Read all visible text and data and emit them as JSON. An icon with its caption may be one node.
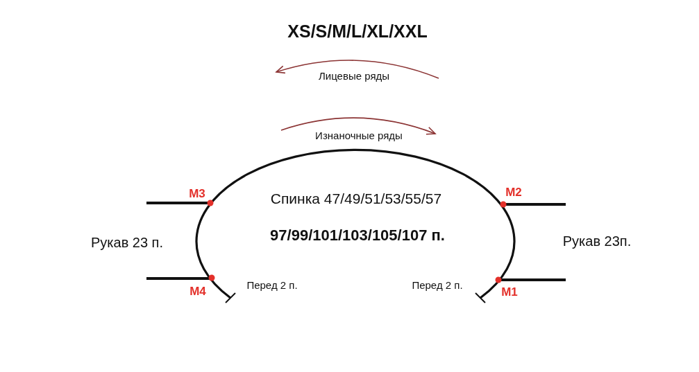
{
  "diagram": {
    "title": "XS/S/M/L/XL/XXL",
    "labels": [
      "Лицевые ряды",
      "Изнаночные ряды",
      "М3",
      "Спинка 47/49/51/53/55/57",
      "М2",
      "Рукав 23 п.",
      "97/99/101/103/105/107 п.",
      "Рукав 23п.",
      "М4",
      "Перед 2 п.",
      "Перед 2 п.",
      "М1"
    ]
  }
}
